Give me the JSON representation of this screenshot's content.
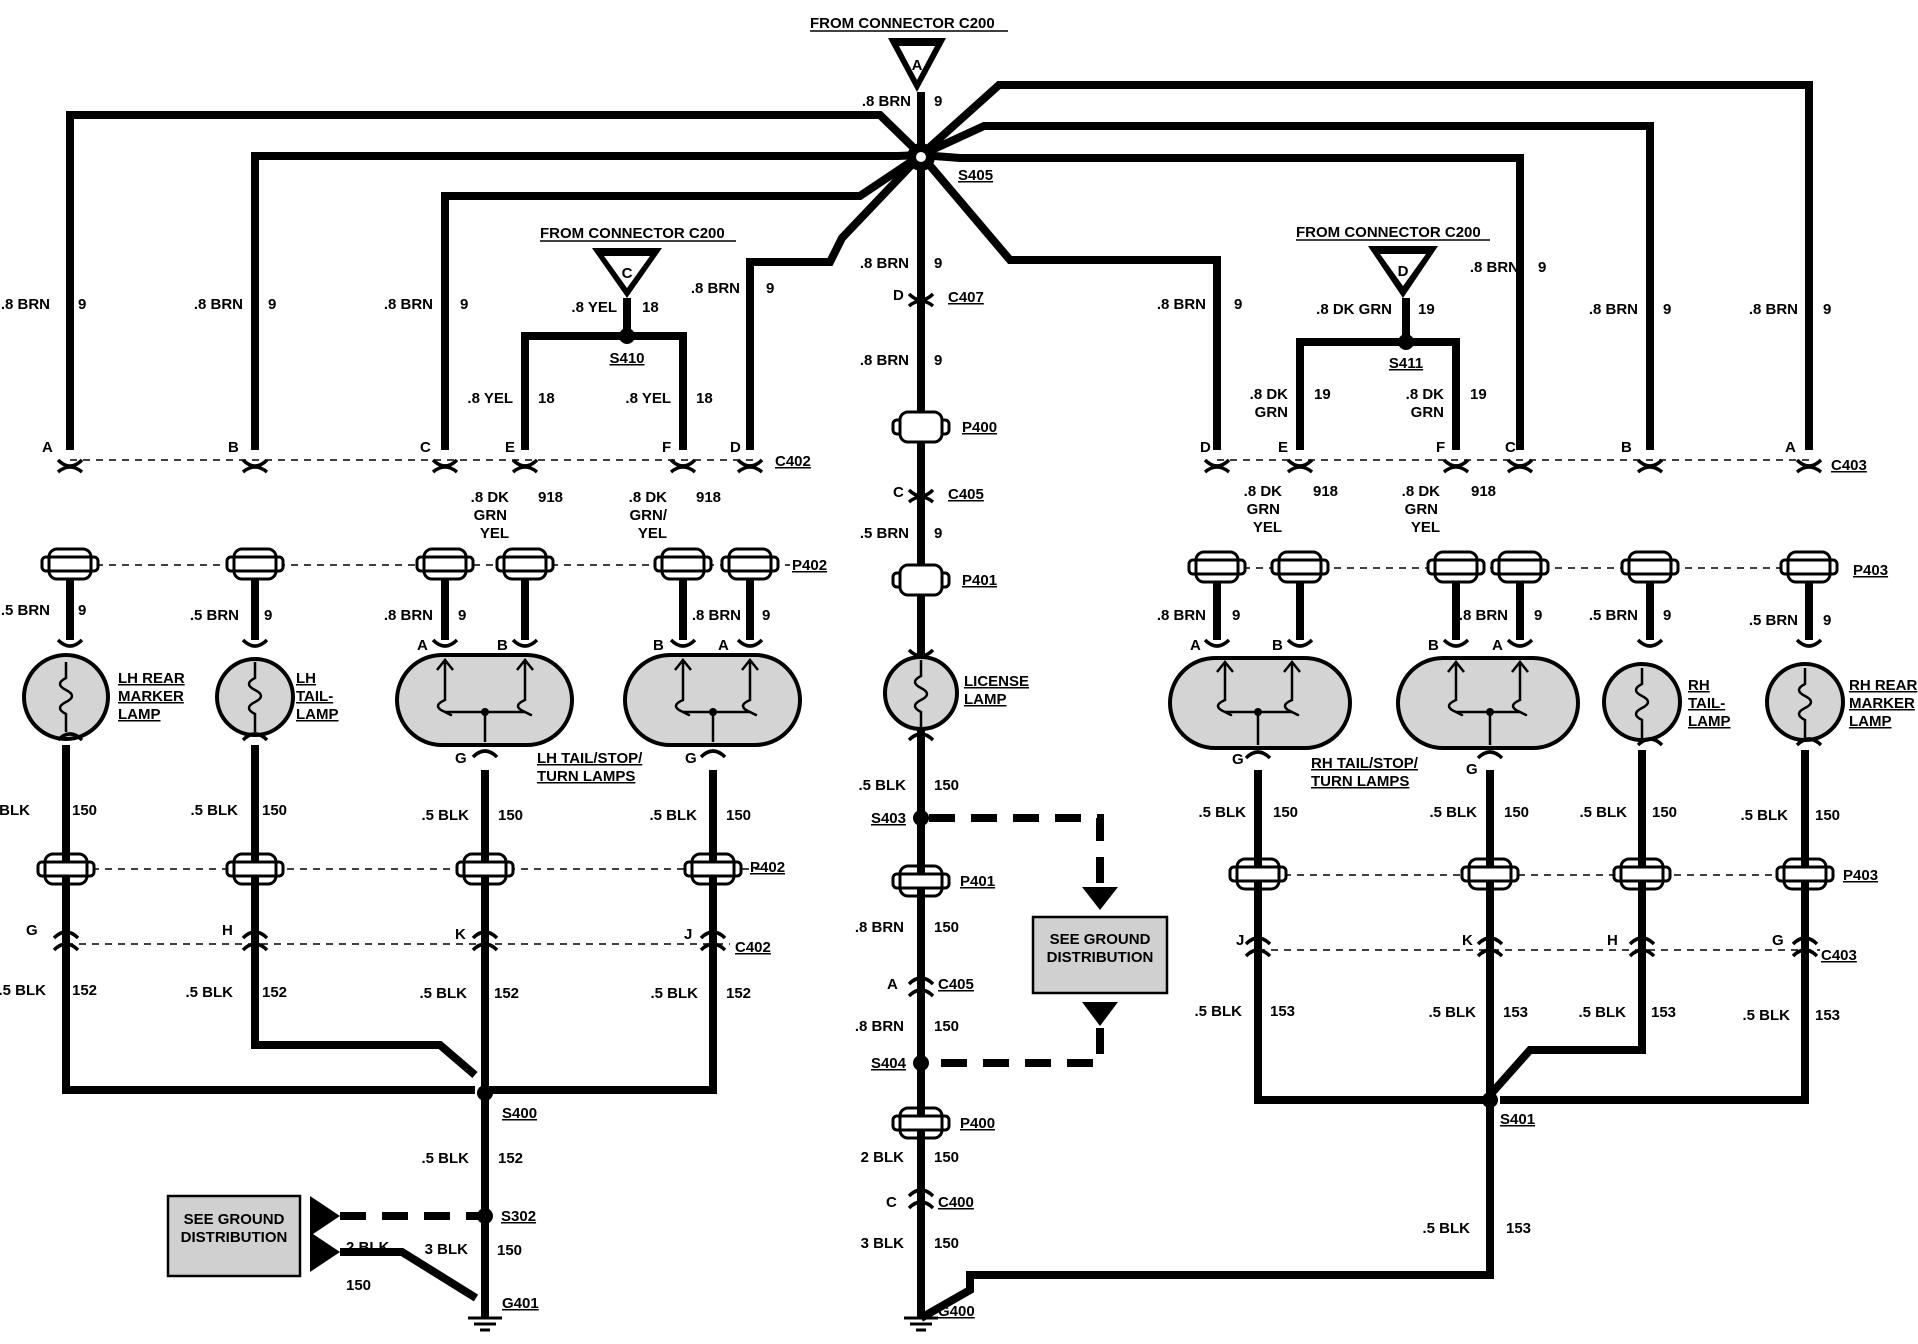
{
  "sources": [
    {
      "text": "FROM CONNECTOR C200",
      "letter": "A"
    },
    {
      "text": "FROM CONNECTOR C200",
      "letter": "C"
    },
    {
      "text": "FROM CONNECTOR C200",
      "letter": "D"
    }
  ],
  "splices": [
    "S405",
    "S410",
    "S411",
    "S400",
    "S401",
    "S403",
    "S404",
    "S302"
  ],
  "connectors": [
    "C407",
    "C405",
    "C400",
    "C402",
    "C403",
    "C405",
    "C400",
    "C402",
    "C403"
  ],
  "pins": {
    "A": "A",
    "B": "B",
    "C": "C",
    "D": "D",
    "E": "E",
    "F": "F",
    "G": "G",
    "H": "H",
    "J": "J",
    "K": "K"
  },
  "plugs": [
    "P400",
    "P401",
    "P402",
    "P403"
  ],
  "grounds": [
    "G400",
    "G401"
  ],
  "wires": {
    "brn8": ".8 BRN",
    "brn5": ".5 BRN",
    "blk5": ".5 BLK",
    "blk2": "2 BLK",
    "blk3": "3 BLK",
    "yel8": ".8 YEL",
    "dkgrn8": ".8 DK GRN",
    "dk8": ".8 DK",
    "grn": "GRN",
    "yel": "YEL",
    "grnslash": "GRN/",
    "c9": "9",
    "c18": "18",
    "c19": "19",
    "c918": "918",
    "c150": "150",
    "c152": "152",
    "c153": "153"
  },
  "lamps": {
    "lh_rear_marker": [
      "LH REAR",
      "MARKER",
      "LAMP"
    ],
    "lh_tail": [
      "LH",
      "TAIL-",
      "LAMP"
    ],
    "lh_tail_stop": [
      "LH TAIL/STOP/",
      "TURN LAMPS"
    ],
    "license": [
      "LICENSE",
      "LAMP"
    ],
    "rh_tail_stop": [
      "RH TAIL/STOP/",
      "TURN LAMPS"
    ],
    "rh_tail": [
      "RH",
      "TAIL-",
      "LAMP"
    ],
    "rh_rear_marker": [
      "RH REAR",
      "MARKER",
      "LAMP"
    ]
  },
  "ground_dist": [
    "SEE GROUND",
    "DISTRIBUTION"
  ]
}
